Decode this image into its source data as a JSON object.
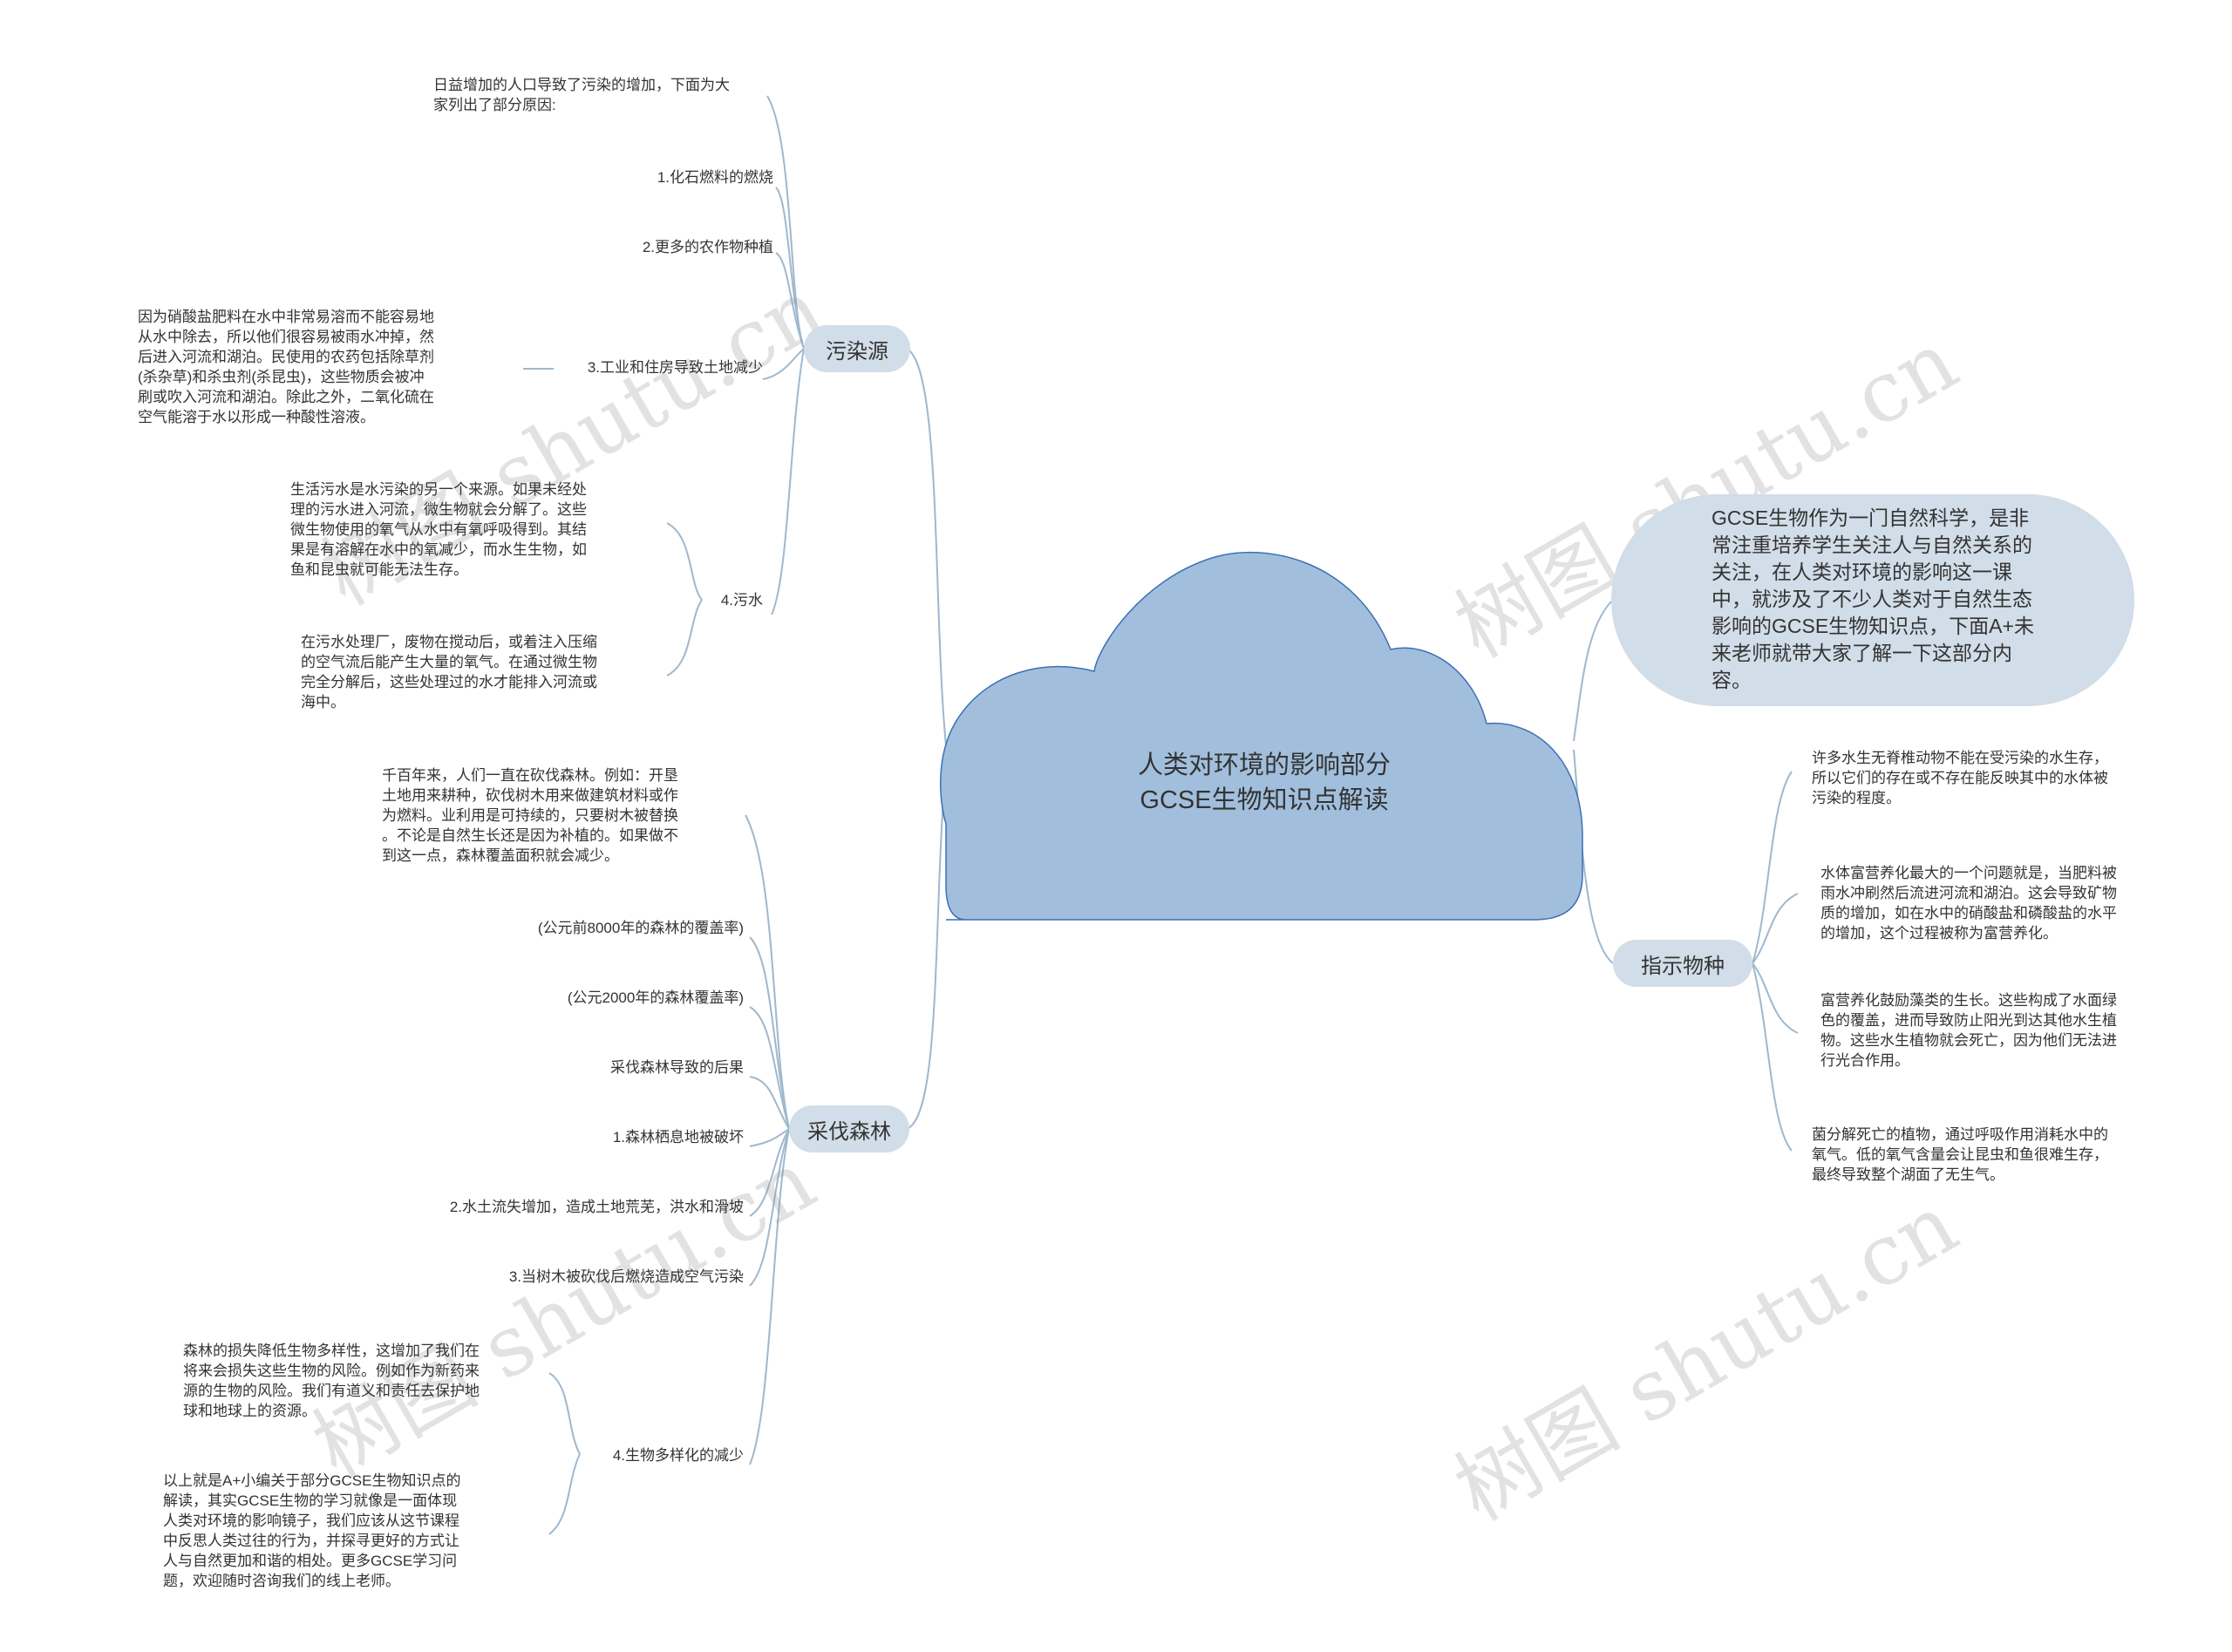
{
  "center": {
    "title": "人类对环境的影响部分\nGCSE生物知识点解读"
  },
  "intro": "GCSE生物作为一门自然科学，是非常注重培养学生关注人与自然关系的关注，在人类对环境的影响这一课中，就涉及了不少人类对于自然生态影响的GCSE生物知识点，下面A+未来老师就带大家了解一下这部分内容。",
  "pollution": {
    "label": "污染源",
    "intro": "日益增加的人口导致了污染的增加，下面为大\n家列出了部分原因:",
    "items": [
      "1.化石燃料的燃烧",
      "2.更多的农作物种植",
      "3.工业和住房导致土地减少",
      "4.污水"
    ],
    "land_detail": "因为硝酸盐肥料在水中非常易溶而不能容易地\n从水中除去，所以他们很容易被雨水冲掉，然\n后进入河流和湖泊。民使用的农药包括除草剂\n(杀杂草)和杀虫剂(杀昆虫)，这些物质会被冲\n刷或吹入河流和湖泊。除此之外，二氧化硫在\n空气能溶于水以形成一种酸性溶液。",
    "sewage_detail_1": "生活污水是水污染的另一个来源。如果未经处\n理的污水进入河流，微生物就会分解了。这些\n微生物使用的氧气从水中有氧呼吸得到。其结\n果是有溶解在水中的氧减少，而水生生物，如\n鱼和昆虫就可能无法生存。",
    "sewage_detail_2": "在污水处理厂，废物在搅动后，或着注入压缩\n的空气流后能产生大量的氧气。在通过微生物\n完全分解后，这些处理过的水才能排入河流或\n海中。"
  },
  "deforestation": {
    "label": "采伐森林",
    "intro": "千百年来，人们一直在砍伐森林。例如：开垦\n土地用来耕种，砍伐树木用来做建筑材料或作\n为燃料。业利用是可持续的，只要树木被替换\n。不论是自然生长还是因为补植的。如果做不\n到这一点，森林覆盖面积就会减少。",
    "items": [
      "(公元前8000年的森林的覆盖率)",
      "(公元2000年的森林覆盖率)",
      "采伐森林导致的后果",
      "1.森林栖息地被破坏",
      "2.水土流失增加，造成土地荒芜，洪水和滑坡",
      "3.当树木被砍伐后燃烧造成空气污染",
      "4.生物多样化的减少"
    ],
    "biodiversity_detail_1": "森林的损失降低生物多样性，这增加了我们在\n将来会损失这些生物的风险。例如作为新药来\n源的生物的风险。我们有道义和责任去保护地\n球和地球上的资源。",
    "biodiversity_detail_2": "以上就是A+小编关于部分GCSE生物知识点的\n解读，其实GCSE生物的学习就像是一面体现\n人类对环境的影响镜子，我们应该从这节课程\n中反思人类过往的行为，并探寻更好的方式让\n人与自然更加和谐的相处。更多GCSE学习问\n题，欢迎随时咨询我们的线上老师。"
  },
  "indicator": {
    "label": "指示物种",
    "items": [
      "许多水生无脊椎动物不能在受污染的水生存，\n所以它们的存在或不存在能反映其中的水体被\n污染的程度。",
      "水体富营养化最大的一个问题就是，当肥料被\n雨水冲刷然后流进河流和湖泊。这会导致矿物\n质的增加，如在水中的硝酸盐和磷酸盐的水平\n的增加，这个过程被称为富营养化。",
      "富营养化鼓励藻类的生长。这些构成了水面绿\n色的覆盖，进而导致防止阳光到达其他水生植\n物。这些水生植物就会死亡，因为他们无法进\n行光合作用。",
      "菌分解死亡的植物，通过呼吸作用消耗水中的\n氧气。低的氧气含量会让昆虫和鱼很难生存，\n最终导致整个湖面了无生气。"
    ]
  },
  "watermark": "树图 shutu.cn",
  "colors": {
    "cloud_fill": "#a1bfdc",
    "cloud_stroke": "#3d6fb5",
    "pill_fill": "#d1dde8",
    "line": "#9eb8cf"
  }
}
